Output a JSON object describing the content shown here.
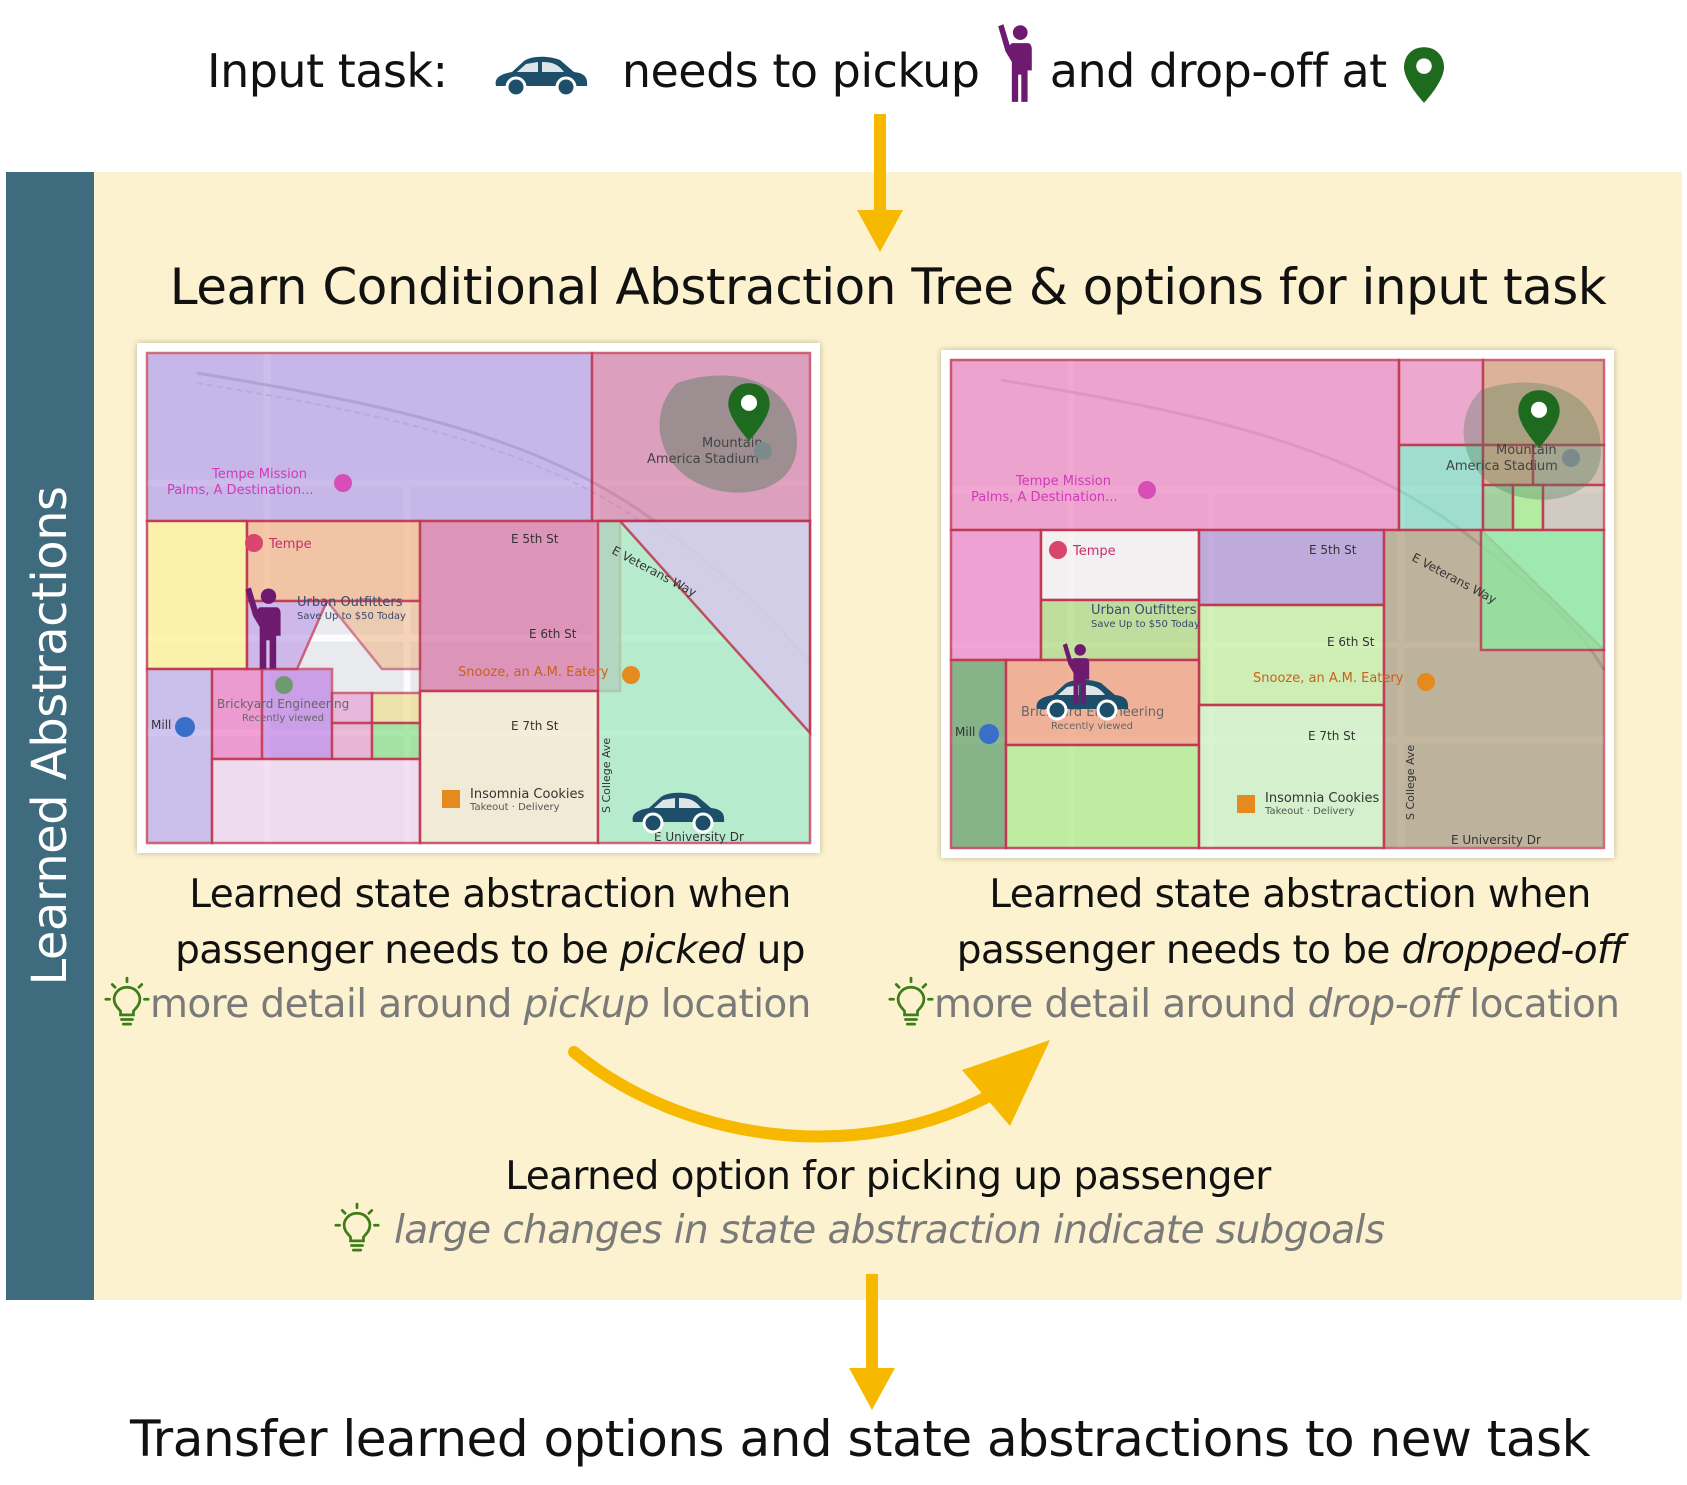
{
  "header": {
    "prefix": "Input task:",
    "middle": "needs to pickup",
    "end": "and drop-off at",
    "icons": [
      "car-icon",
      "waving-person-icon",
      "location-pin-icon"
    ]
  },
  "sidebar": {
    "label": "Learned Abstractions"
  },
  "panel": {
    "title": "Learn Conditional Abstraction Tree & options for input task"
  },
  "left_map": {
    "labels": {
      "tempe_mission": "Tempe Mission",
      "palms": "Palms, A Destination...",
      "mountain": "Mountain",
      "stadium": "America Stadium",
      "tempe": "Tempe",
      "e5th": "E 5th St",
      "veterans": "E Veterans Way",
      "urban": "Urban Outfitters",
      "urban_sub": "Save Up to $50 Today",
      "e6th": "E 6th St",
      "snooze": "Snooze, an A.M. Eatery",
      "brickyard": "Brickyard Engineering",
      "recently": "Recently viewed",
      "mill": "Mill",
      "e7th": "E 7th St",
      "college": "S College Ave",
      "insomnia": "Insomnia Cookies",
      "insomnia_sub": "Takeout · Delivery",
      "university": "E University Dr"
    }
  },
  "right_map": {
    "labels": {
      "tempe_mission": "Tempe Mission",
      "palms": "Palms, A Destination...",
      "mountain": "Mountain",
      "stadium": "America Stadium",
      "tempe": "Tempe",
      "e5th": "E 5th St",
      "veterans": "E Veterans Way",
      "urban": "Urban Outfitters",
      "urban_sub": "Save Up to $50 Today",
      "e6th": "E 6th St",
      "snooze": "Snooze, an A.M. Eatery",
      "brickyard": "Brickyard Engineering",
      "recently": "Recently viewed",
      "mill": "Mill",
      "e7th": "E 7th St",
      "college": "S College Ave",
      "insomnia": "Insomnia Cookies",
      "insomnia_sub": "Takeout · Delivery",
      "university": "E University Dr"
    }
  },
  "left_caption": {
    "line1": "Learned state abstraction when",
    "line2_pre": "passenger needs to be ",
    "line2_em": "picked",
    "line2_post": " up",
    "tip_pre": "more detail around ",
    "tip_em": "pickup",
    "tip_post": " location"
  },
  "right_caption": {
    "line1": "Learned state abstraction when",
    "line2_pre": "passenger needs to be ",
    "line2_em": "dropped-off",
    "tip_pre": "more detail around ",
    "tip_em": "drop-off",
    "tip_post": " location"
  },
  "option": {
    "title": "Learned option for picking up passenger",
    "tip": "large changes in state abstraction indicate subgoals"
  },
  "footer": {
    "text": "Transfer learned options and state abstractions to new task"
  },
  "colors": {
    "panel_bg": "#fcf2cf",
    "sidebar_bg": "#3f6b7e",
    "arrow": "#f7b900",
    "car": "#1d4f6b",
    "person": "#6e1a6e",
    "pin": "#1e6a1e",
    "bulb": "#3f7d1a"
  }
}
